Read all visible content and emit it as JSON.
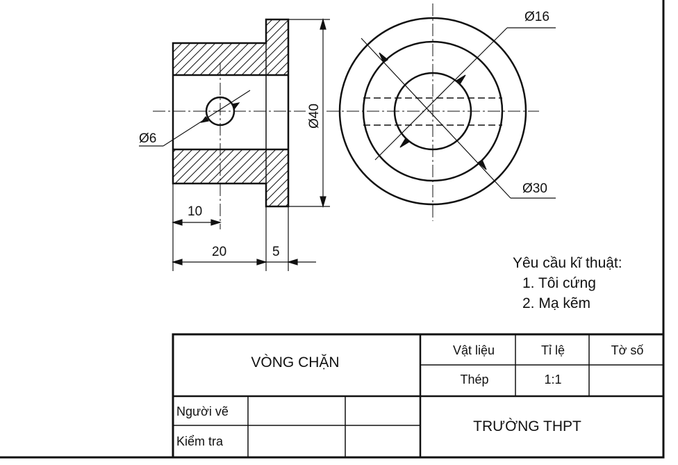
{
  "dimensions": {
    "hole": "Ø6",
    "outer_height": "Ø40",
    "d_small": "Ø16",
    "d_large": "Ø30",
    "len_10": "10",
    "len_20": "20",
    "len_5": "5"
  },
  "requirements": {
    "title": "Yêu cầu kĩ thuật:",
    "items": [
      "1. Tôi cứng",
      "2. Mạ kẽm"
    ]
  },
  "title_block": {
    "part_name": "VÒNG CHẶN",
    "material_label": "Vật liệu",
    "material_value": "Thép",
    "scale_label": "Tỉ lệ",
    "scale_value": "1:1",
    "sheet_label": "Tờ số",
    "drawn_by_label": "Người vẽ",
    "checked_by_label": "Kiểm tra",
    "school": "TRƯỜNG THPT"
  }
}
